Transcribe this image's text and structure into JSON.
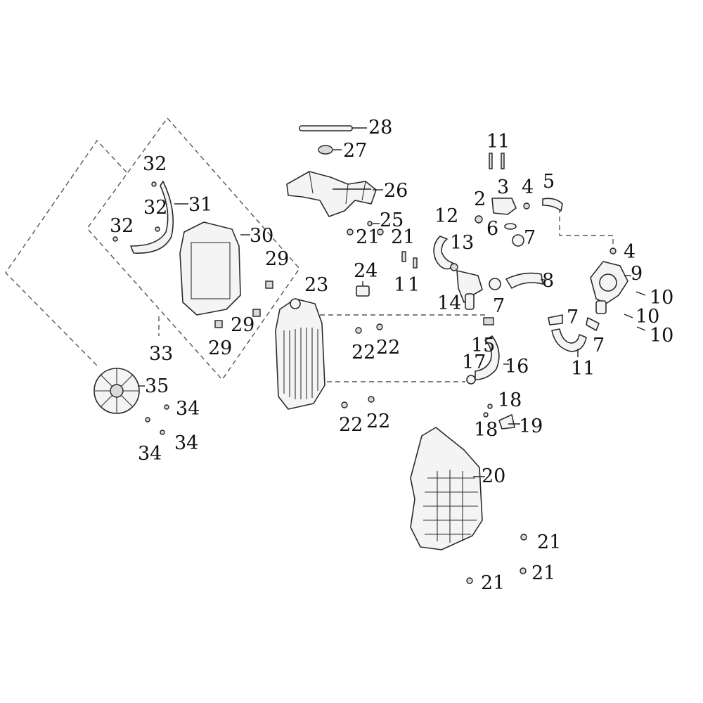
{
  "callouts": {
    "c1": "1",
    "c2": "2",
    "c3": "3",
    "c4": "4",
    "c5": "5",
    "c6": "6",
    "c7": "7",
    "c8": "8",
    "c9": "9",
    "c10": "10",
    "c11": "11",
    "c12": "12",
    "c13": "13",
    "c14": "14",
    "c15": "15",
    "c16": "16",
    "c17": "17",
    "c18": "18",
    "c19": "19",
    "c20": "20",
    "c21": "21",
    "c22": "22",
    "c23": "23",
    "c24": "24",
    "c25": "25",
    "c26": "26",
    "c27": "27",
    "c28": "28",
    "c29": "29",
    "c30": "30",
    "c31": "31",
    "c32": "32",
    "c33": "33",
    "c34": "34",
    "c35": "35"
  },
  "colors": {
    "background": "#ffffff",
    "line": "#222222",
    "text": "#111111"
  }
}
